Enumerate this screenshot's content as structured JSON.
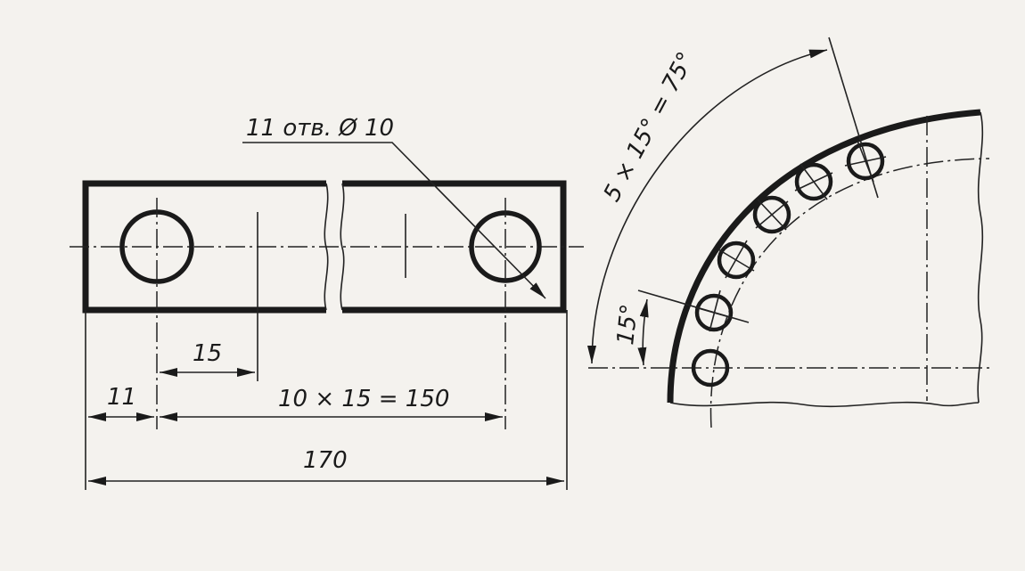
{
  "labels": {
    "holes_callout": "11 отв. Ø 10",
    "pitch": "15",
    "edge_offset": "11",
    "pitch_total": "10 × 15 = 150",
    "overall_length": "170",
    "angle_total": "5 × 15° = 75°",
    "angle_step": "15°"
  },
  "colors": {
    "paper": "#f4f2ee",
    "ink": "#1a1a1a"
  }
}
